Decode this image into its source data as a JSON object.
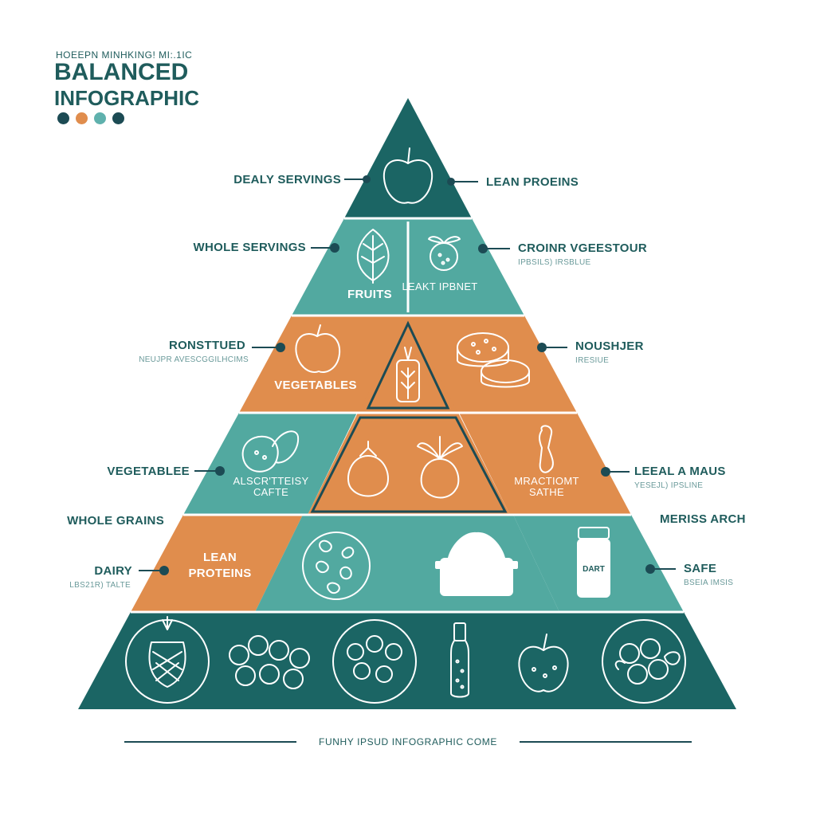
{
  "header": {
    "kicker": "HOEEPN MINHKING! MI:.1IC",
    "title_line1": "BALANCED",
    "title_line2": "INFOGRAPHIC"
  },
  "colors": {
    "teal_dark": "#1b6564",
    "teal_light": "#52a9a0",
    "orange": "#e08d4d",
    "navy": "#1c4b54",
    "label": "#1f5c5c",
    "dot_colors": [
      "#1c4b54",
      "#e08d4d",
      "#5fb1ad",
      "#1c4b54"
    ]
  },
  "left_callouts": [
    {
      "title": "DEALY SERVINGS",
      "sub": ""
    },
    {
      "title": "WHOLE SERVINGS",
      "sub": ""
    },
    {
      "title": "RONSTTUED",
      "sub": "NEUJPR AVESCGGILHCIMS"
    },
    {
      "title": "VEGETABLEE",
      "sub": ""
    },
    {
      "title": "WHOLE GRAINS",
      "sub": ""
    },
    {
      "title": "DAIRY",
      "sub": "LBS21R) TALTE"
    }
  ],
  "right_callouts": [
    {
      "title": "LEAN PROEINS",
      "sub": ""
    },
    {
      "title": "CROINR VGEESTOUR",
      "sub": "IPBSILS) IRSBLUE"
    },
    {
      "title": "NOUSHJER",
      "sub": "IRESIUE"
    },
    {
      "title": "LEEAL A MAUS",
      "sub": "YESEJL) IPSLINE"
    },
    {
      "title": "MERISS ARCH",
      "sub": ""
    },
    {
      "title": "SAFE",
      "sub": "BSEIA IMSIS"
    }
  ],
  "inner_labels": {
    "fruits": "FRUITS",
    "leaft": "LEAKT IPBNET",
    "vegetables": "VEGETABLES",
    "alscr_line1": "ALSCR'TTEISY",
    "alscr_line2": "CAFTE",
    "mract_line1": "MRACTIOMT",
    "mract_line2": "SATHE",
    "lean_line1": "LEAN",
    "lean_line2": "PROTEINS",
    "dart": "DART"
  },
  "footer": {
    "text": "FUNHY IPSUD INFOGRAPHIC COME"
  }
}
